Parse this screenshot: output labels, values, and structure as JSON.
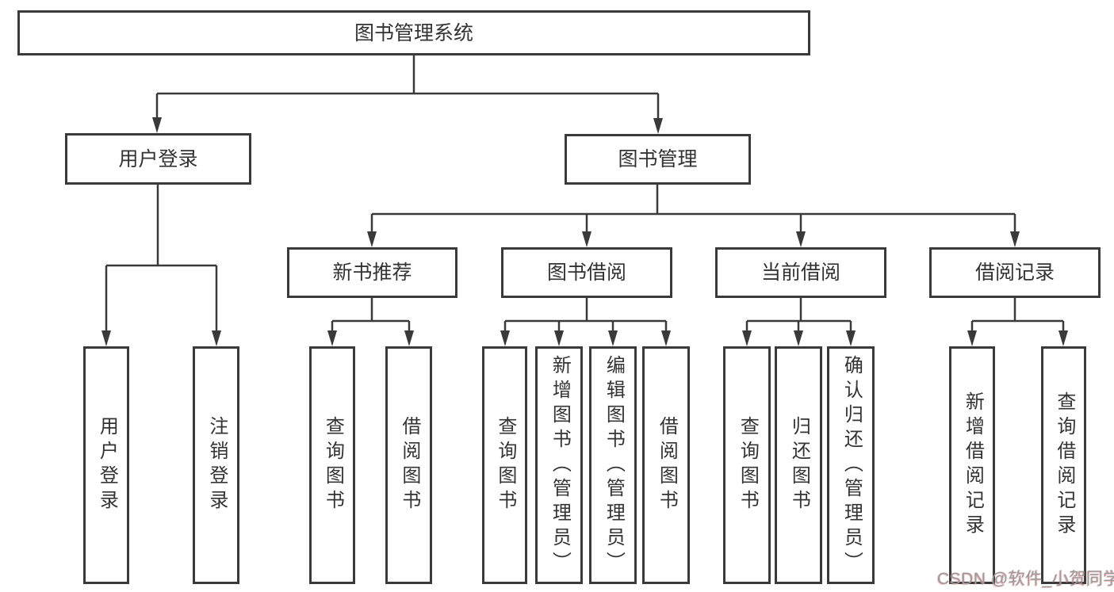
{
  "diagram": {
    "type": "tree",
    "line_color": "#3a3a3a",
    "text_color": "#333333"
  },
  "nodes": {
    "root": {
      "label": "图书管理系统"
    },
    "branch_user_login": {
      "label": "用户登录"
    },
    "branch_book_mgmt": {
      "label": "图书管理"
    },
    "sec_new_book_rec": {
      "label": "新书推荐"
    },
    "sec_book_borrow": {
      "label": "图书借阅"
    },
    "sec_current_borrow": {
      "label": "当前借阅"
    },
    "sec_borrow_records": {
      "label": "借阅记录"
    },
    "leaf_user_login": {
      "label": "用户登录"
    },
    "leaf_logout": {
      "label": "注销登录"
    },
    "leaf_nbr_query": {
      "label": "查询图书"
    },
    "leaf_nbr_borrow": {
      "label": "借阅图书"
    },
    "leaf_bb_query": {
      "label": "查询图书"
    },
    "leaf_bb_add": {
      "label": "新增图书（管理员）"
    },
    "leaf_bb_edit": {
      "label": "编辑图书（管理员）"
    },
    "leaf_bb_borrow": {
      "label": "借阅图书"
    },
    "leaf_cb_query": {
      "label": "查询图书"
    },
    "leaf_cb_return": {
      "label": "归还图书"
    },
    "leaf_cb_confirm": {
      "label": "确认归还（管理员）"
    },
    "leaf_br_add": {
      "label": "新增借阅记录"
    },
    "leaf_br_query": {
      "label": "查询借阅记录"
    }
  },
  "hierarchy": [
    {
      "parent": "图书管理系统",
      "children": [
        "用户登录",
        "图书管理"
      ]
    },
    {
      "parent": "用户登录",
      "children": [
        "用户登录",
        "注销登录"
      ]
    },
    {
      "parent": "图书管理",
      "children": [
        "新书推荐",
        "图书借阅",
        "当前借阅",
        "借阅记录"
      ]
    },
    {
      "parent": "新书推荐",
      "children": [
        "查询图书",
        "借阅图书"
      ]
    },
    {
      "parent": "图书借阅",
      "children": [
        "查询图书",
        "新增图书（管理员）",
        "编辑图书（管理员）",
        "借阅图书"
      ]
    },
    {
      "parent": "当前借阅",
      "children": [
        "查询图书",
        "归还图书",
        "确认归还（管理员）"
      ]
    },
    {
      "parent": "借阅记录",
      "children": [
        "新增借阅记录",
        "查询借阅记录"
      ]
    }
  ],
  "watermark": {
    "text": "CSDN @软件_小贺同学"
  }
}
